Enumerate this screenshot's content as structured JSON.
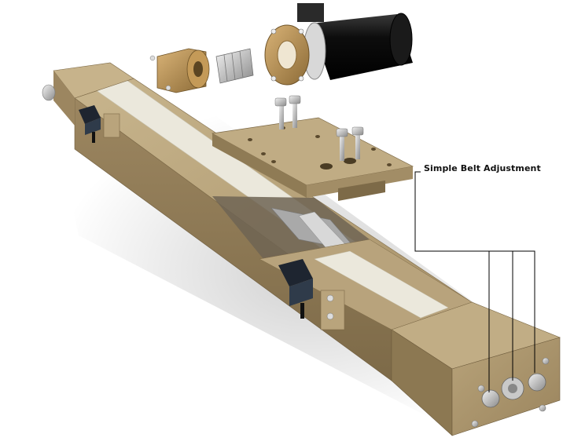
{
  "callout": {
    "label": "Simple Belt Adjustment"
  },
  "colors": {
    "rail_top": "#b9a47c",
    "rail_side": "#8f7a55",
    "belt": "#e9e6da",
    "brass": "#b08a4e",
    "motor_body": "#151515",
    "clamp": "#1e2530",
    "leader_line": "#000000"
  },
  "parts": [
    "linear-rail",
    "belt",
    "carriage-plate",
    "motor",
    "coupling",
    "adapter-flange",
    "bolts",
    "clamps",
    "end-cap"
  ]
}
